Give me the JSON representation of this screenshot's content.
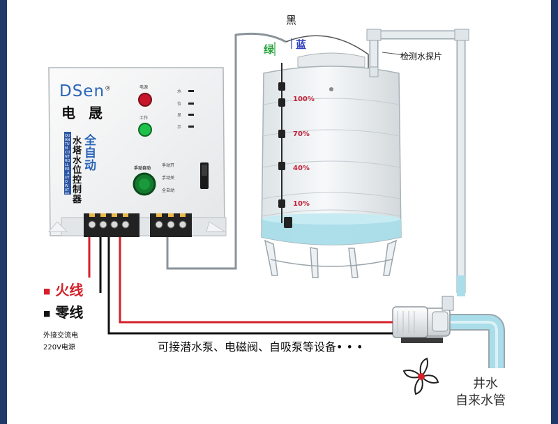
{
  "brand": {
    "name": "DSen",
    "registered": "®",
    "cn_name": "电 晟"
  },
  "controller": {
    "vertical_tag": "全自动",
    "title": "水塔水位控制器",
    "side_text": "QUANTUM CONTROLLER · AUTO WATER LEVEL CONTROL",
    "indicators": [
      {
        "label": "电源",
        "color": "#c9152a"
      },
      {
        "label": "工作",
        "color": "#1ec24a"
      }
    ],
    "level_marks": [
      "水",
      "位",
      "显",
      "示"
    ],
    "switch_group_label": "手动自动",
    "switch_labels": [
      "手动开",
      "手动关",
      "全自动"
    ],
    "knob_color": "#137a2e"
  },
  "tank": {
    "percent_labels": [
      "100%",
      "70%",
      "40%",
      "10%"
    ],
    "water_color": "#a9dde9"
  },
  "probe_wires": {
    "black": "黑",
    "green": "绿",
    "blue": "蓝"
  },
  "probe_label": "检测水探片",
  "power": {
    "live": {
      "bullet": "■",
      "label": "火线",
      "color": "#d4202b"
    },
    "neutral": {
      "bullet": "■",
      "label": "零线",
      "color": "#111111"
    },
    "note_line1": "外接交流电",
    "note_line2": "220V电源"
  },
  "device_note": "可接潜水泵、电磁阀、自吸泵等设备• • •",
  "source": {
    "line1": "井水",
    "line2": "自来水管"
  },
  "colors": {
    "frame": "#1d3a68",
    "pipe": "#d8dfe4",
    "pipe_edge": "#9aa6ae",
    "live_wire": "#d4202b",
    "signal_wire": "#8a9399"
  }
}
